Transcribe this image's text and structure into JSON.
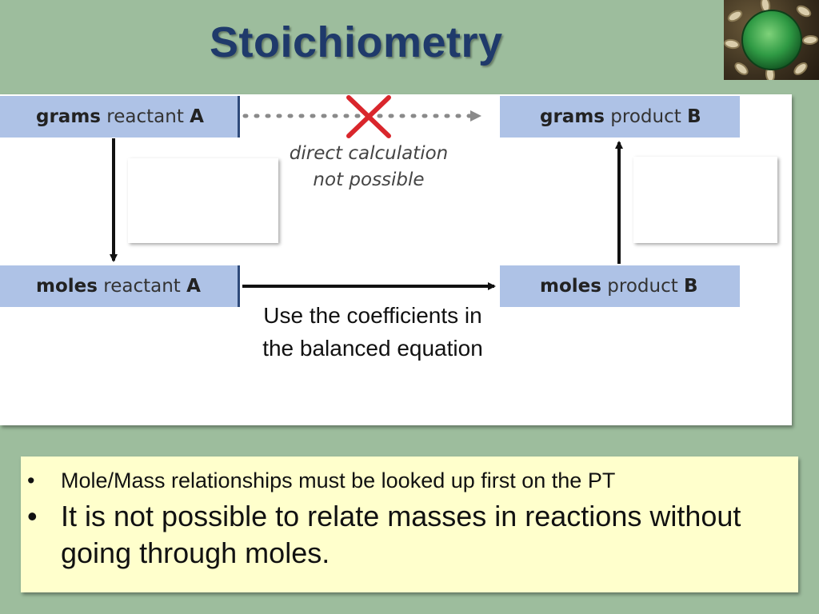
{
  "title": "Stoichiometry",
  "diagram": {
    "grams_reactant": {
      "word": "grams",
      "rest": "reactant",
      "letter": "A"
    },
    "grams_product": {
      "word": "grams",
      "rest": "product",
      "letter": "B"
    },
    "moles_reactant": {
      "word": "moles",
      "rest": "reactant",
      "letter": "A"
    },
    "moles_product": {
      "word": "moles",
      "rest": "product",
      "letter": "B"
    },
    "note_line1": "direct calculation",
    "note_line2": "not possible",
    "coefficients_note": "Use  the coefficients in the balanced equation"
  },
  "bullets": [
    {
      "text": "Mole/Mass relationships must be looked up first on the PT",
      "size": "small"
    },
    {
      "text": "It is not possible to relate masses in reactions without going through moles.",
      "size": "big"
    }
  ],
  "colors": {
    "background": "#9dbd9d",
    "title": "#1f3a6b",
    "node_fill": "#aec2e6",
    "cross": "#d9262c",
    "bullet_box": "#ffffcc"
  }
}
